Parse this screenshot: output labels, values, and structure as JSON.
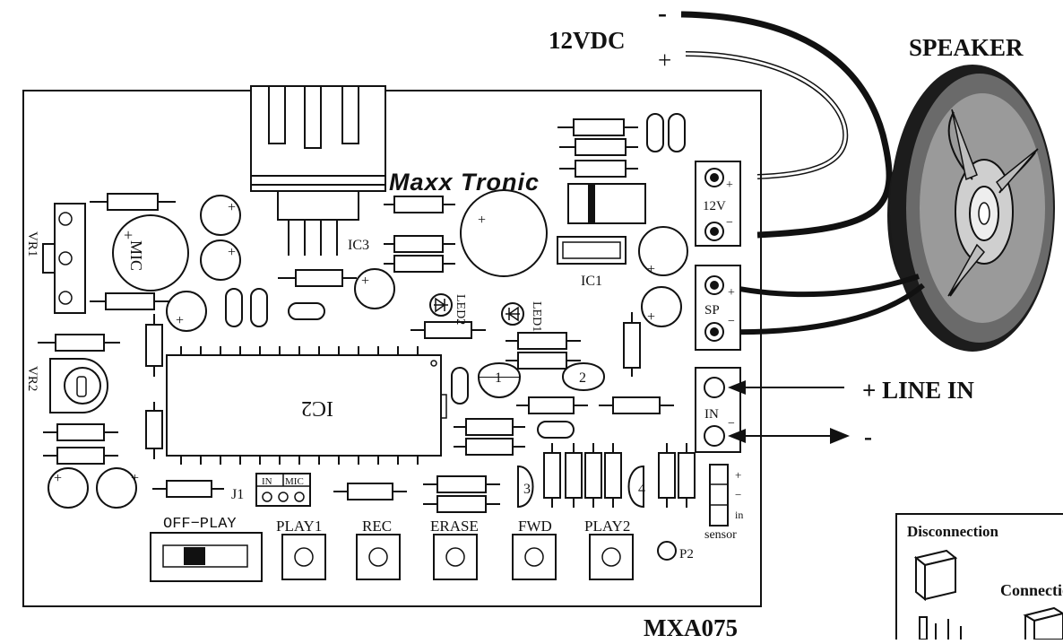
{
  "power": {
    "label": "12VDC",
    "minus": "-",
    "plus": "+"
  },
  "speaker": {
    "label": "SPEAKER"
  },
  "board": {
    "brand": "Maxx Tronic",
    "model": "MXA075",
    "vr1": "VR1",
    "vr2": "VR2",
    "mic": "MIC",
    "ic1": "IC1",
    "ic2": "IC2",
    "ic3": "IC3",
    "led1": "LED1",
    "led2": "LED2",
    "j1": "J1",
    "j1_in": "IN",
    "j1_mic": "MIC",
    "p2": "P2",
    "transistors": [
      "1",
      "2",
      "3",
      "4"
    ]
  },
  "terminals": {
    "v12": {
      "label": "12V",
      "plus": "+",
      "minus": "−"
    },
    "sp": {
      "label": "SP",
      "plus": "+",
      "minus": "−"
    },
    "in": {
      "label": "IN",
      "minus": "−"
    }
  },
  "sensor": {
    "label": "sensor",
    "plus": "+",
    "minus": "−",
    "in": "in"
  },
  "switches": {
    "offplay": "OFF−PLAY",
    "buttons": [
      "PLAY1",
      "REC",
      "ERASE",
      "FWD",
      "PLAY2"
    ]
  },
  "line_in": {
    "plus": "+ LINE IN",
    "minus": "-"
  },
  "jumper_inset": {
    "title": "Disconnection",
    "connection": "Connection"
  }
}
